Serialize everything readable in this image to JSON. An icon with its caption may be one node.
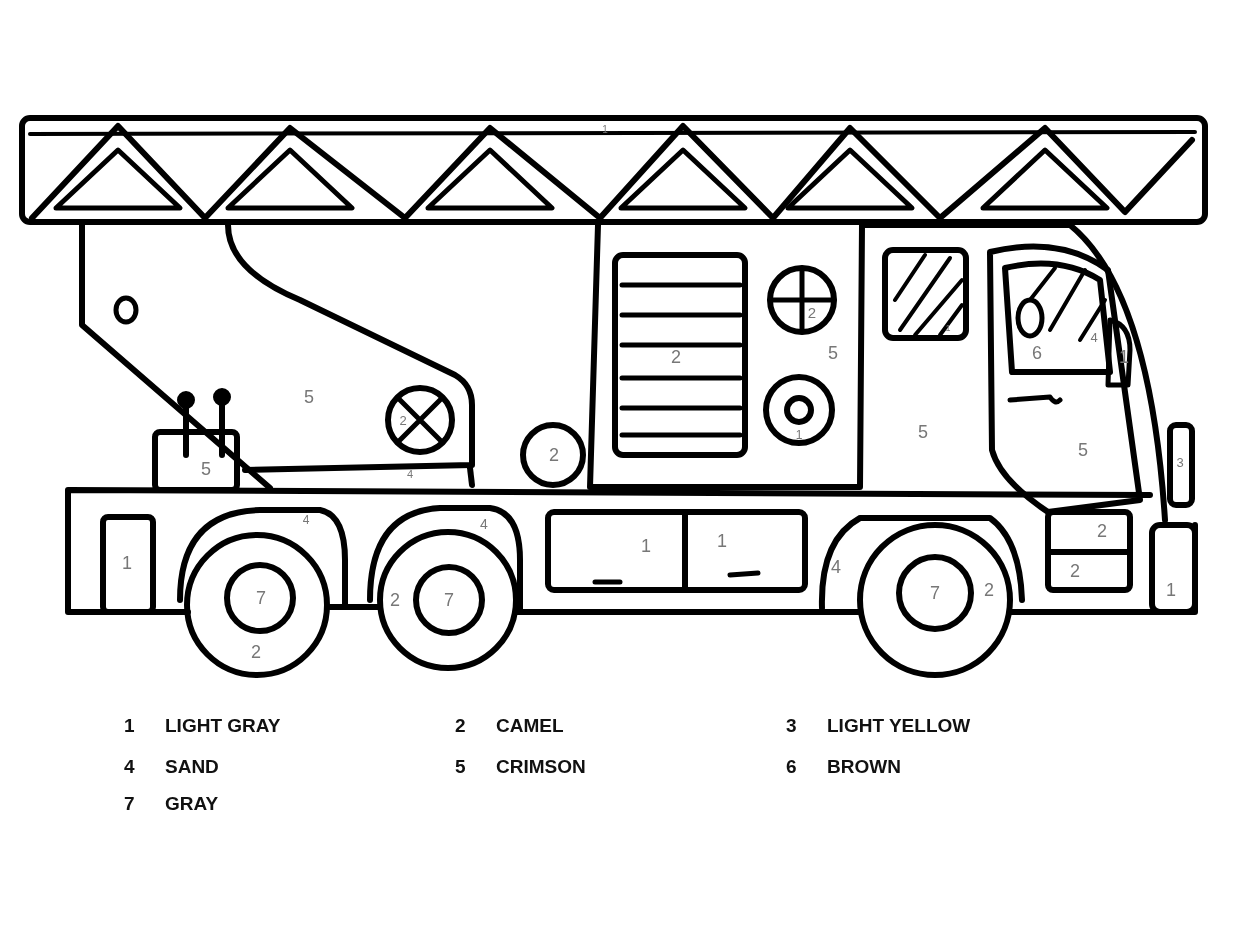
{
  "diagram": {
    "labels": [
      "1",
      "2",
      "1",
      "4",
      "2",
      "5",
      "6",
      "1",
      "5",
      "2",
      "5",
      "4",
      "2",
      "1",
      "5",
      "5",
      "3",
      "4",
      "4",
      "2",
      "1",
      "1",
      "1",
      "4",
      "2",
      "7",
      "2",
      "7",
      "7",
      "2",
      "1",
      "2",
      "1",
      "LIGHT GRAY",
      "2",
      "CAMEL",
      "3",
      "LIGHT YELLOW",
      "4",
      "SAND",
      "5",
      "CRIMSON",
      "6",
      "BROWN",
      "7",
      "GRAY"
    ]
  }
}
